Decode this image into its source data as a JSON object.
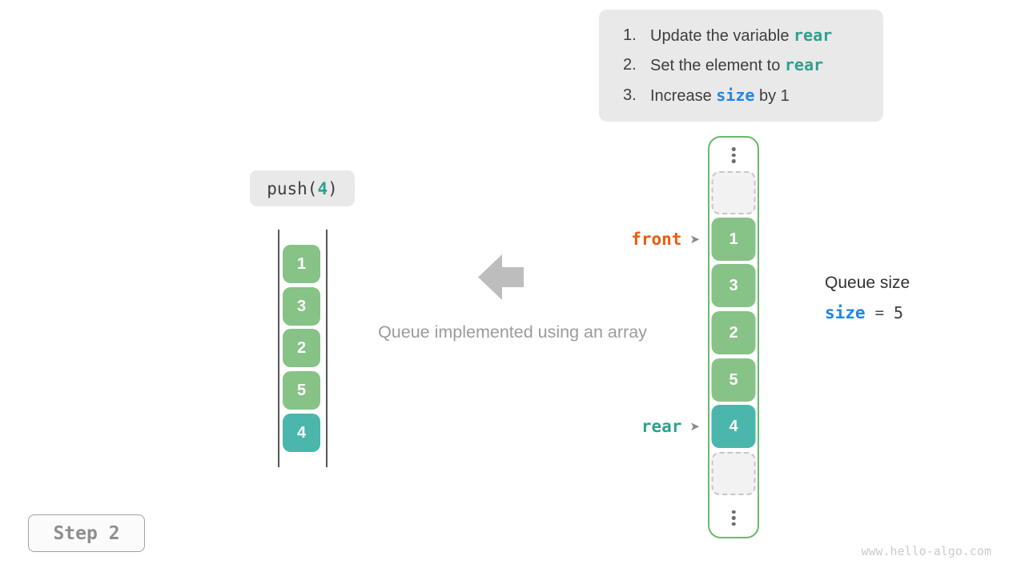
{
  "colors": {
    "accent-orange": "#ec5a0e",
    "accent-teal-text": "#2fa08e",
    "accent-blue": "#2086e8",
    "green-fill": "#87c287",
    "green-border": "#68b96c",
    "teal-fill": "#4bb6ab",
    "panel-bg": "#e9e9e9",
    "dark-text": "#3d3d3d",
    "muted-text": "#9b9b9b",
    "arrow-gray": "#bdbdbd"
  },
  "instructions": {
    "items": [
      {
        "number": "1.",
        "prefix": "Update the variable ",
        "code": "rear",
        "suffix": ""
      },
      {
        "number": "2.",
        "prefix": "Set the element to ",
        "code": "rear",
        "suffix": ""
      },
      {
        "number": "3.",
        "prefix": "Increase ",
        "code": "size",
        "suffix": " by 1"
      }
    ]
  },
  "push_call": {
    "func": "push(",
    "arg": "4",
    "close": ")"
  },
  "left_queue": {
    "values": [
      "1",
      "3",
      "2",
      "5",
      "4"
    ],
    "highlighted_value": "4"
  },
  "caption": "Queue implemented using an array",
  "right_array": {
    "front_label": "front",
    "rear_label": "rear",
    "pointer_arrow": "➤",
    "cells": [
      {
        "value": "",
        "type": "empty"
      },
      {
        "value": "1",
        "type": "filled",
        "pointer": "front"
      },
      {
        "value": "3",
        "type": "filled"
      },
      {
        "value": "2",
        "type": "filled"
      },
      {
        "value": "5",
        "type": "filled"
      },
      {
        "value": "4",
        "type": "highlight",
        "pointer": "rear"
      },
      {
        "value": "",
        "type": "empty"
      }
    ]
  },
  "queue_size": {
    "title": "Queue size",
    "variable": "size",
    "equals": "=",
    "value": "5"
  },
  "step_badge": {
    "label": "Step 2"
  },
  "watermark": "www.hello-algo.com"
}
